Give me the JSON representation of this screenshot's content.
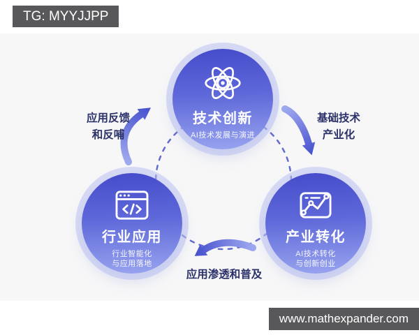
{
  "badges": {
    "telegram": "TG: MYYJJPP",
    "website": "www.mathexpander.com"
  },
  "nodes": [
    {
      "id": "tech-innovation",
      "icon": "atom-icon",
      "title": "技术创新",
      "subtitle": [
        "AI技术发展与演进"
      ]
    },
    {
      "id": "industry-application",
      "icon": "browser-code-icon",
      "title": "行业应用",
      "subtitle": [
        "行业智能化",
        "与应用落地"
      ]
    },
    {
      "id": "industry-transformation",
      "icon": "line-chart-icon",
      "title": "产业转化",
      "subtitle": [
        "AI技术转化",
        "与创新创业"
      ]
    }
  ],
  "edges": [
    {
      "from": "industry-application",
      "to": "tech-innovation",
      "label": [
        "应用反馈",
        "和反哺"
      ]
    },
    {
      "from": "tech-innovation",
      "to": "industry-transformation",
      "label": [
        "基础技术",
        "产业化"
      ]
    },
    {
      "from": "industry-transformation",
      "to": "industry-application",
      "label": [
        "应用渗透和普及"
      ]
    }
  ],
  "colors": {
    "node_gradient_top": "#474dcb",
    "node_gradient_bottom": "#98a4ef",
    "node_halo": "#bac1f0",
    "arrow_light": "#9ea8ef",
    "arrow_dark": "#4650cd",
    "dashed_ring": "#4953c8",
    "label_text": "#2b3169",
    "badge_bg": "#58585a",
    "panel_bg": "#f7f7f8"
  }
}
